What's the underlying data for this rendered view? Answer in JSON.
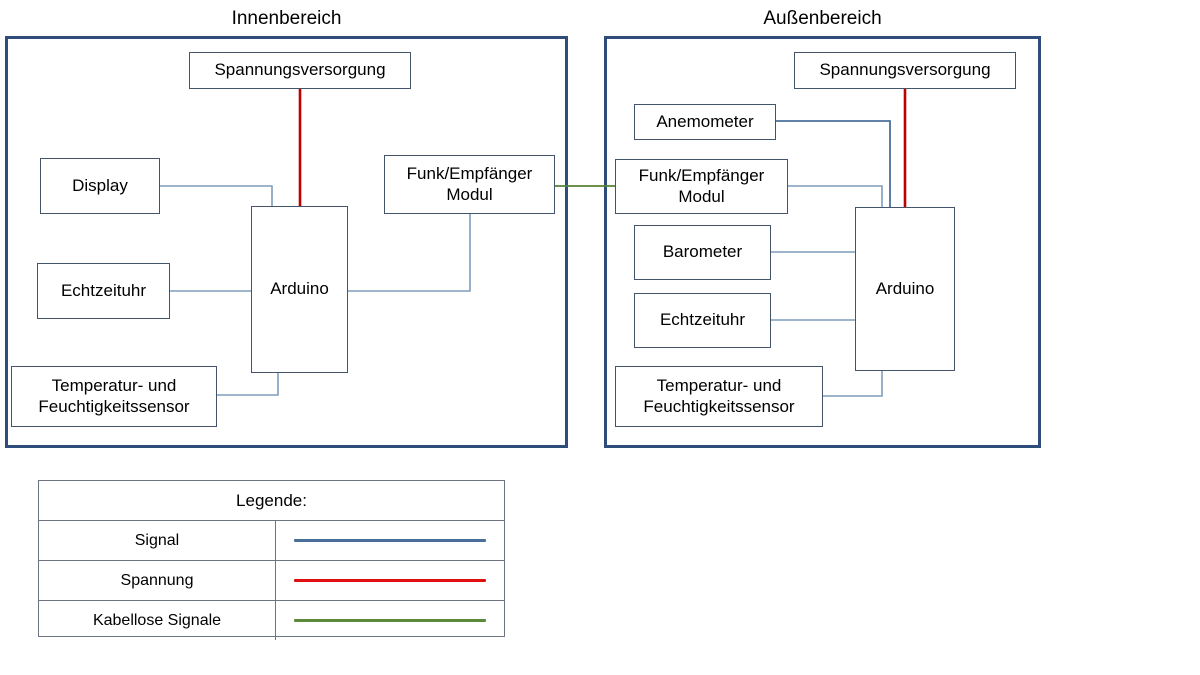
{
  "colors": {
    "zone_border": "#2e4d7b",
    "node_border": "#44546a",
    "signal": "#4a7099",
    "power": "#c00000",
    "wireless": "#548235",
    "text": "#000000",
    "background": "#ffffff"
  },
  "zones": [
    {
      "id": "indoor",
      "title": "Innenbereich"
    },
    {
      "id": "outdoor",
      "title": "Außenbereich"
    }
  ],
  "indoor": {
    "title": "Innenbereich",
    "nodes": {
      "power_supply": "Spannungsversorgung",
      "display": "Display",
      "radio_module": "Funk/Empfänger\nModul",
      "radio_module_line1": "Funk/Empfänger",
      "radio_module_line2": "Modul",
      "rtc": "Echtzeituhr",
      "controller": "Arduino",
      "temp_sensor_line1": "Temperatur- und",
      "temp_sensor_line2": "Feuchtigkeitssensor"
    }
  },
  "outdoor": {
    "title": "Außenbereich",
    "nodes": {
      "power_supply": "Spannungsversorgung",
      "anemometer": "Anemometer",
      "radio_module_line1": "Funk/Empfänger",
      "radio_module_line2": "Modul",
      "barometer": "Barometer",
      "rtc": "Echtzeituhr",
      "controller": "Arduino",
      "temp_sensor_line1": "Temperatur- und",
      "temp_sensor_line2": "Feuchtigkeitssensor"
    }
  },
  "legend": {
    "title": "Legende:",
    "rows": [
      {
        "label": "Signal",
        "color": "#4a7099"
      },
      {
        "label": "Spannung",
        "color": "#e01010"
      },
      {
        "label": "Kabellose Signale",
        "color": "#5a8a3a"
      }
    ]
  }
}
